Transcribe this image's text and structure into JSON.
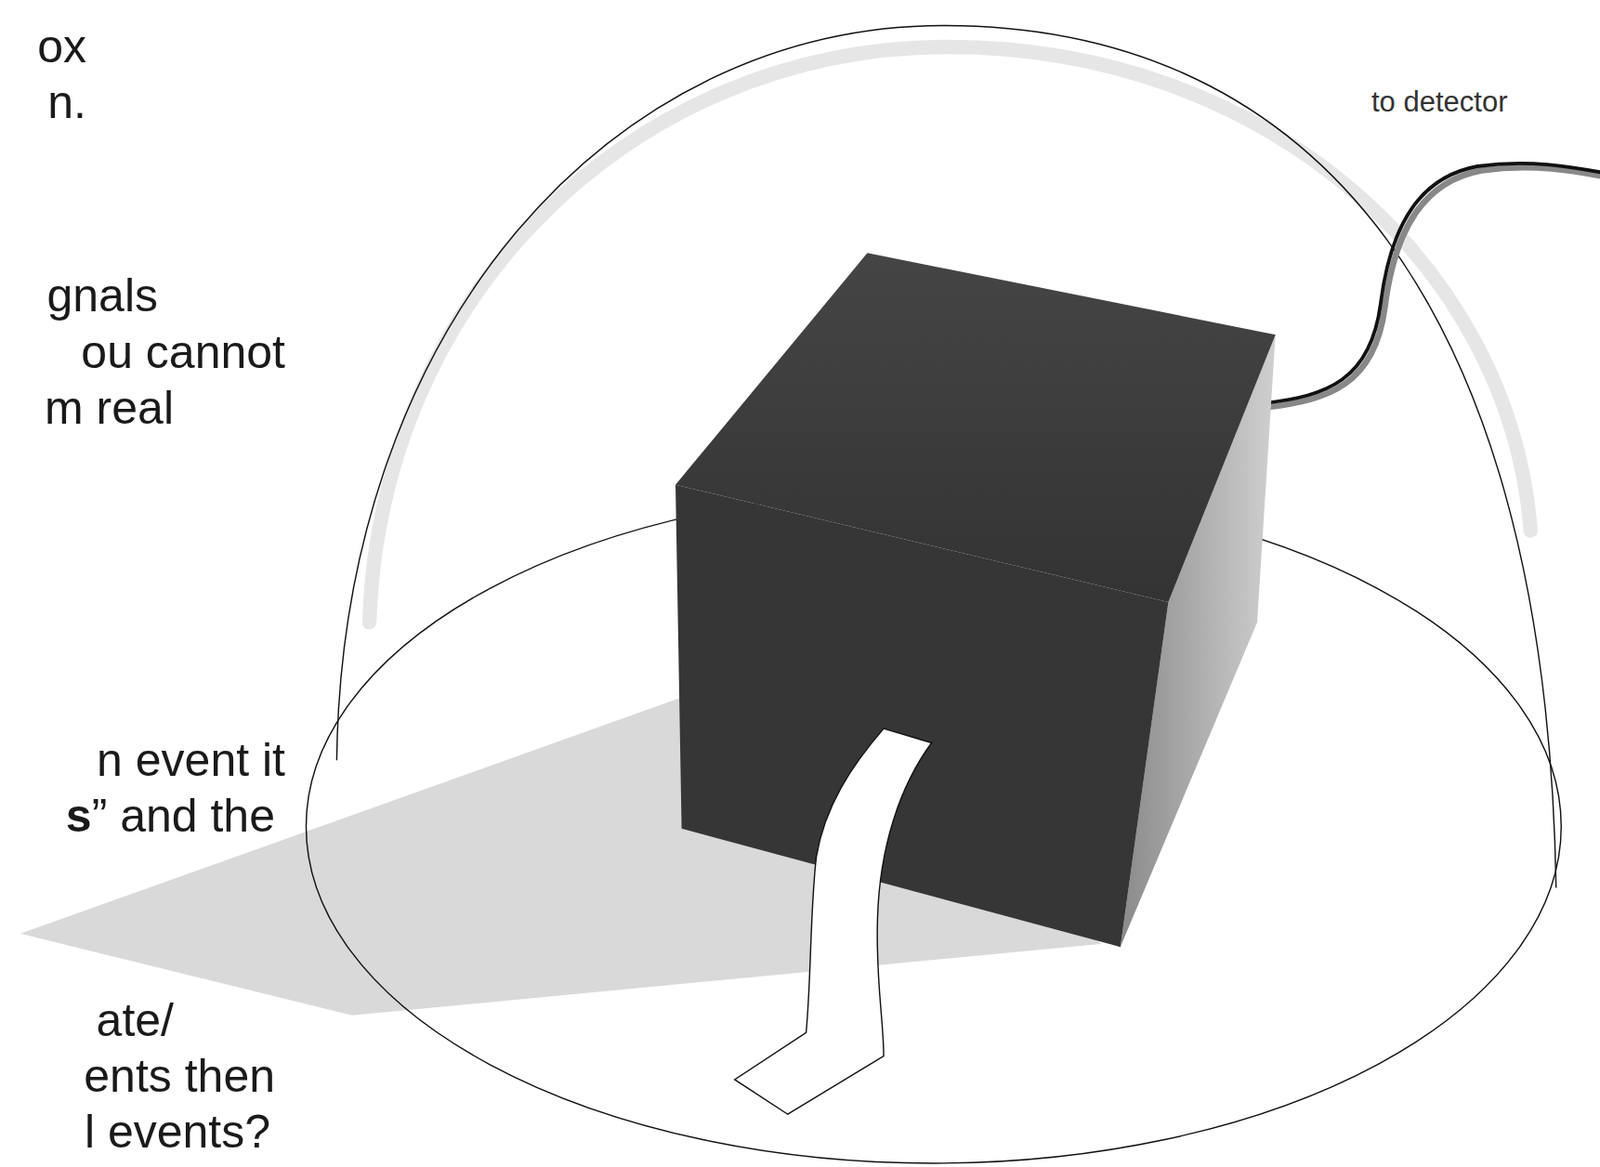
{
  "diagram": {
    "labels": [
      "ox",
      "n.",
      "gnals",
      "ou cannot",
      "m real",
      "n event it",
      "s",
      "” and the",
      "ate/",
      "ents then",
      "l events?",
      "to detector"
    ]
  }
}
